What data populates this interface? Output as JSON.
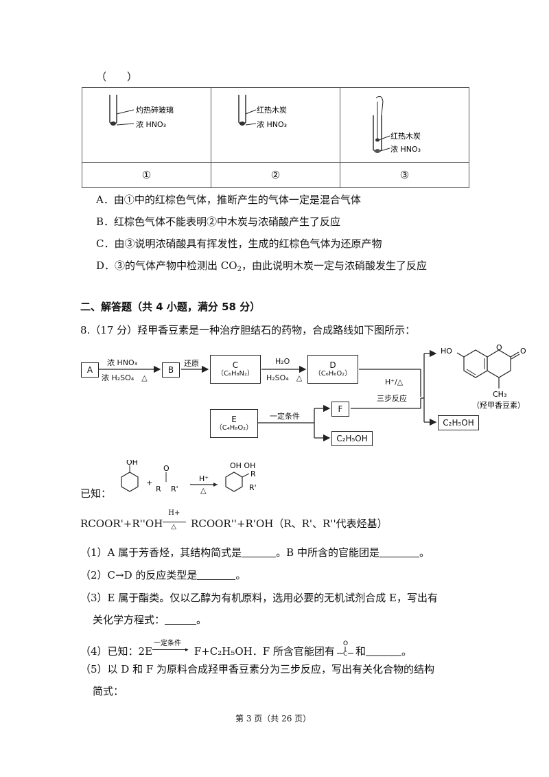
{
  "q7": {
    "paren": "（　　）",
    "tube1_label1": "灼热碎玻璃",
    "tube1_label2": "浓 HNO₃",
    "tube2_label1": "红热木炭",
    "tube2_label2": "浓 HNO₃",
    "tube3_label1": "红热木炭",
    "tube3_label2": "浓 HNO₃",
    "num1": "①",
    "num2": "②",
    "num3": "③",
    "optA": "A．由①中的红棕色气体，推断产生的气体一定是混合气体",
    "optB": "B．红棕色气体不能表明②中木炭与浓硝酸产生了反应",
    "optC": "C．由③说明浓硝酸具有挥发性，生成的红棕色气体为还原产物",
    "optD_pre": "D．③的气体产物中检测出 CO",
    "optD_sub": "2",
    "optD_post": "，由此说明木炭一定与浓硝酸发生了反应"
  },
  "section2": {
    "title": "二、解答题（共 4 小题，满分 58 分）"
  },
  "q8": {
    "intro": "8.（17 分）羟甲香豆素是一种治疗胆结石的药物，合成路线如下图所示：",
    "box_A": "A",
    "box_B": "B",
    "box_C": "C",
    "box_C_formula": "（C₆H₈N₂）",
    "box_D": "D",
    "box_D_formula": "（C₆H₆O₂）",
    "box_E": "E",
    "box_E_formula": "（C₄H₈O₂）",
    "box_F": "F",
    "box_C2H5OH_1": "C₂H₅OH",
    "box_C2H5OH_2": "C₂H₅OH",
    "arrow1_top": "浓 HNO₃",
    "arrow1_bottom": "浓 H₂SO₄　△",
    "arrow2_top": "还原",
    "arrow3_top": "H₂O",
    "arrow3_bottom": "H₂SO₄　△",
    "arrow4_top": "H⁺/△",
    "arrow4_bottom": "三步反应",
    "arrow5_top": "一定条件",
    "product_name": "（羟甲香豆素）",
    "product_OH": "HO",
    "product_O1": "O",
    "product_O2": "O",
    "product_CH3": "CH₃",
    "known_label": "已知：",
    "known_cond": "H⁺",
    "known_delta": "△",
    "rxn_lhs": "RCOOR'+R''OH",
    "rxn_cond_top": "H+",
    "rxn_cond_bottom": "△",
    "rxn_rhs": " RCOOR''+R'OH（R、R'、R''代表烃基）",
    "p1_pre": "（1）A 属于芳香烃，其结构简式是",
    "p1_mid": "。B 中所含的官能团是",
    "p1_end": "。",
    "p2_pre": "（2）C→D 的反应类型是",
    "p2_end": "。",
    "p3_line1": "（3）E 属于酯类。仅以乙醇为有机原料，选用必要的无机试剂合成 E，写出有",
    "p3_line2_pre": "关化学方程式：",
    "p3_end": "。",
    "p4_pre": "（4）已知：2E",
    "p4_cond": "一定条件",
    "p4_mid": " F+C₂H₅OH．F 所含官能团有",
    "p4_and": "和",
    "p4_end": "。",
    "p5_line1": "（5）以 D 和 F 为原料合成羟甲香豆素分为三步反应，写出有关化合物的结构",
    "p5_line2": "简式："
  },
  "footer": {
    "page": "第 3 页（共 26 页）"
  }
}
